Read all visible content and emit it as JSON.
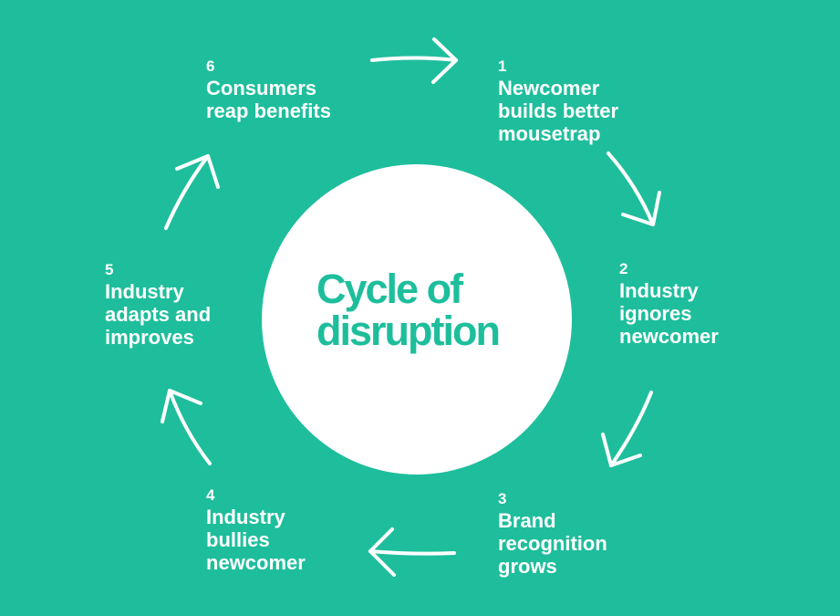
{
  "center": {
    "title_line1": "Cycle of",
    "title_line2": "disruption"
  },
  "steps": [
    {
      "number": "1",
      "lines": [
        "Newcomer",
        "builds better",
        "mousetrap"
      ]
    },
    {
      "number": "2",
      "lines": [
        "Industry",
        "ignores",
        "newcomer"
      ]
    },
    {
      "number": "3",
      "lines": [
        "Brand",
        "recognition",
        "grows"
      ]
    },
    {
      "number": "4",
      "lines": [
        "Industry",
        "bullies",
        "newcomer"
      ]
    },
    {
      "number": "5",
      "lines": [
        "Industry",
        "adapts and",
        "improves"
      ]
    },
    {
      "number": "6",
      "lines": [
        "Consumers",
        "reap benefits"
      ]
    }
  ],
  "colors": {
    "background": "#1ebe9c",
    "circle": "#ffffff",
    "text": "#ffffff",
    "accent": "#1ebe9c"
  },
  "icons": [
    "arrow-6-to-1-icon",
    "arrow-1-to-2-icon",
    "arrow-2-to-3-icon",
    "arrow-3-to-4-icon",
    "arrow-4-to-5-icon",
    "arrow-5-to-6-icon"
  ]
}
